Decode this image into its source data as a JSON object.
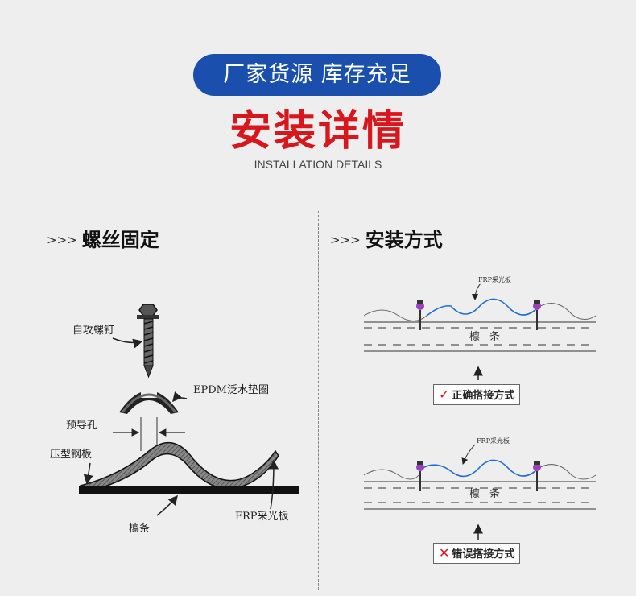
{
  "header": {
    "badge_text": "厂家货源 库存充足",
    "title": "安装详情",
    "subtitle": "INSTALLATION DETAILS"
  },
  "left_section": {
    "arrows": ">>>",
    "title": "螺丝固定",
    "labels": {
      "screw": "自攻螺钉",
      "washer": "EPDM泛水垫圈",
      "pilot_hole": "预导孔",
      "steel_sheet": "压型钢板",
      "purlin": "檩条",
      "frp": "FRP采光板"
    }
  },
  "right_section": {
    "arrows": ">>>",
    "title": "安装方式",
    "diagram_top": {
      "frp_label": "FRP采光板",
      "purlin_label": "檩条"
    },
    "diagram_bottom": {
      "frp_label": "FRP采光板",
      "purlin_label": "檩条"
    },
    "correct_caption": {
      "mark": "✓",
      "text": "正确搭接方式"
    },
    "wrong_caption": {
      "mark": "✕",
      "text": "错误搭接方式"
    }
  },
  "colors": {
    "badge": "#1a4fae",
    "title": "#d9161c",
    "frp_blue": "#1f6fd6",
    "washer": "#9b3fbf"
  }
}
